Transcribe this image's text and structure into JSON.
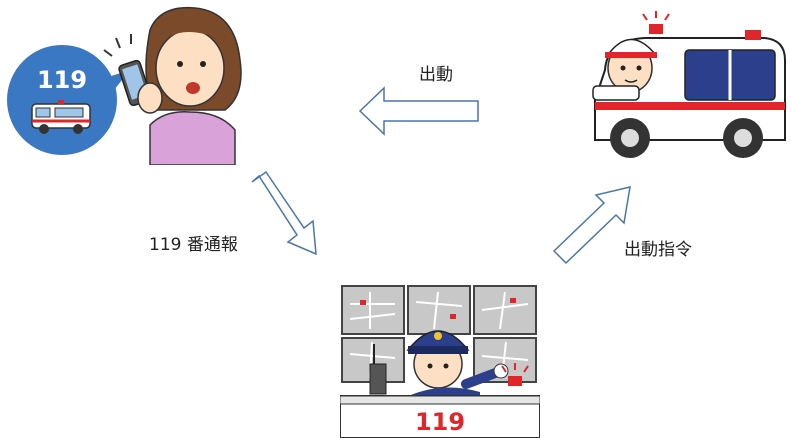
{
  "illustrations": {
    "caller": {
      "bubble_text": "119",
      "icon": "woman-on-phone-illustration"
    },
    "ambulance": {
      "icon": "ambulance-with-paramedic-illustration"
    },
    "dispatcher": {
      "desk_text": "119",
      "icon": "dispatcher-desk-illustration"
    }
  },
  "arrows": {
    "report": {
      "label": "119 番通報"
    },
    "dispatch_order": {
      "label": "出動指令"
    },
    "dispatch": {
      "label": "出動"
    }
  },
  "colors": {
    "arrow_stroke": "#4a76a8",
    "bubble_blue": "#3b78c4",
    "siren_red": "#e0252b",
    "uniform_navy": "#2b3f8c"
  }
}
